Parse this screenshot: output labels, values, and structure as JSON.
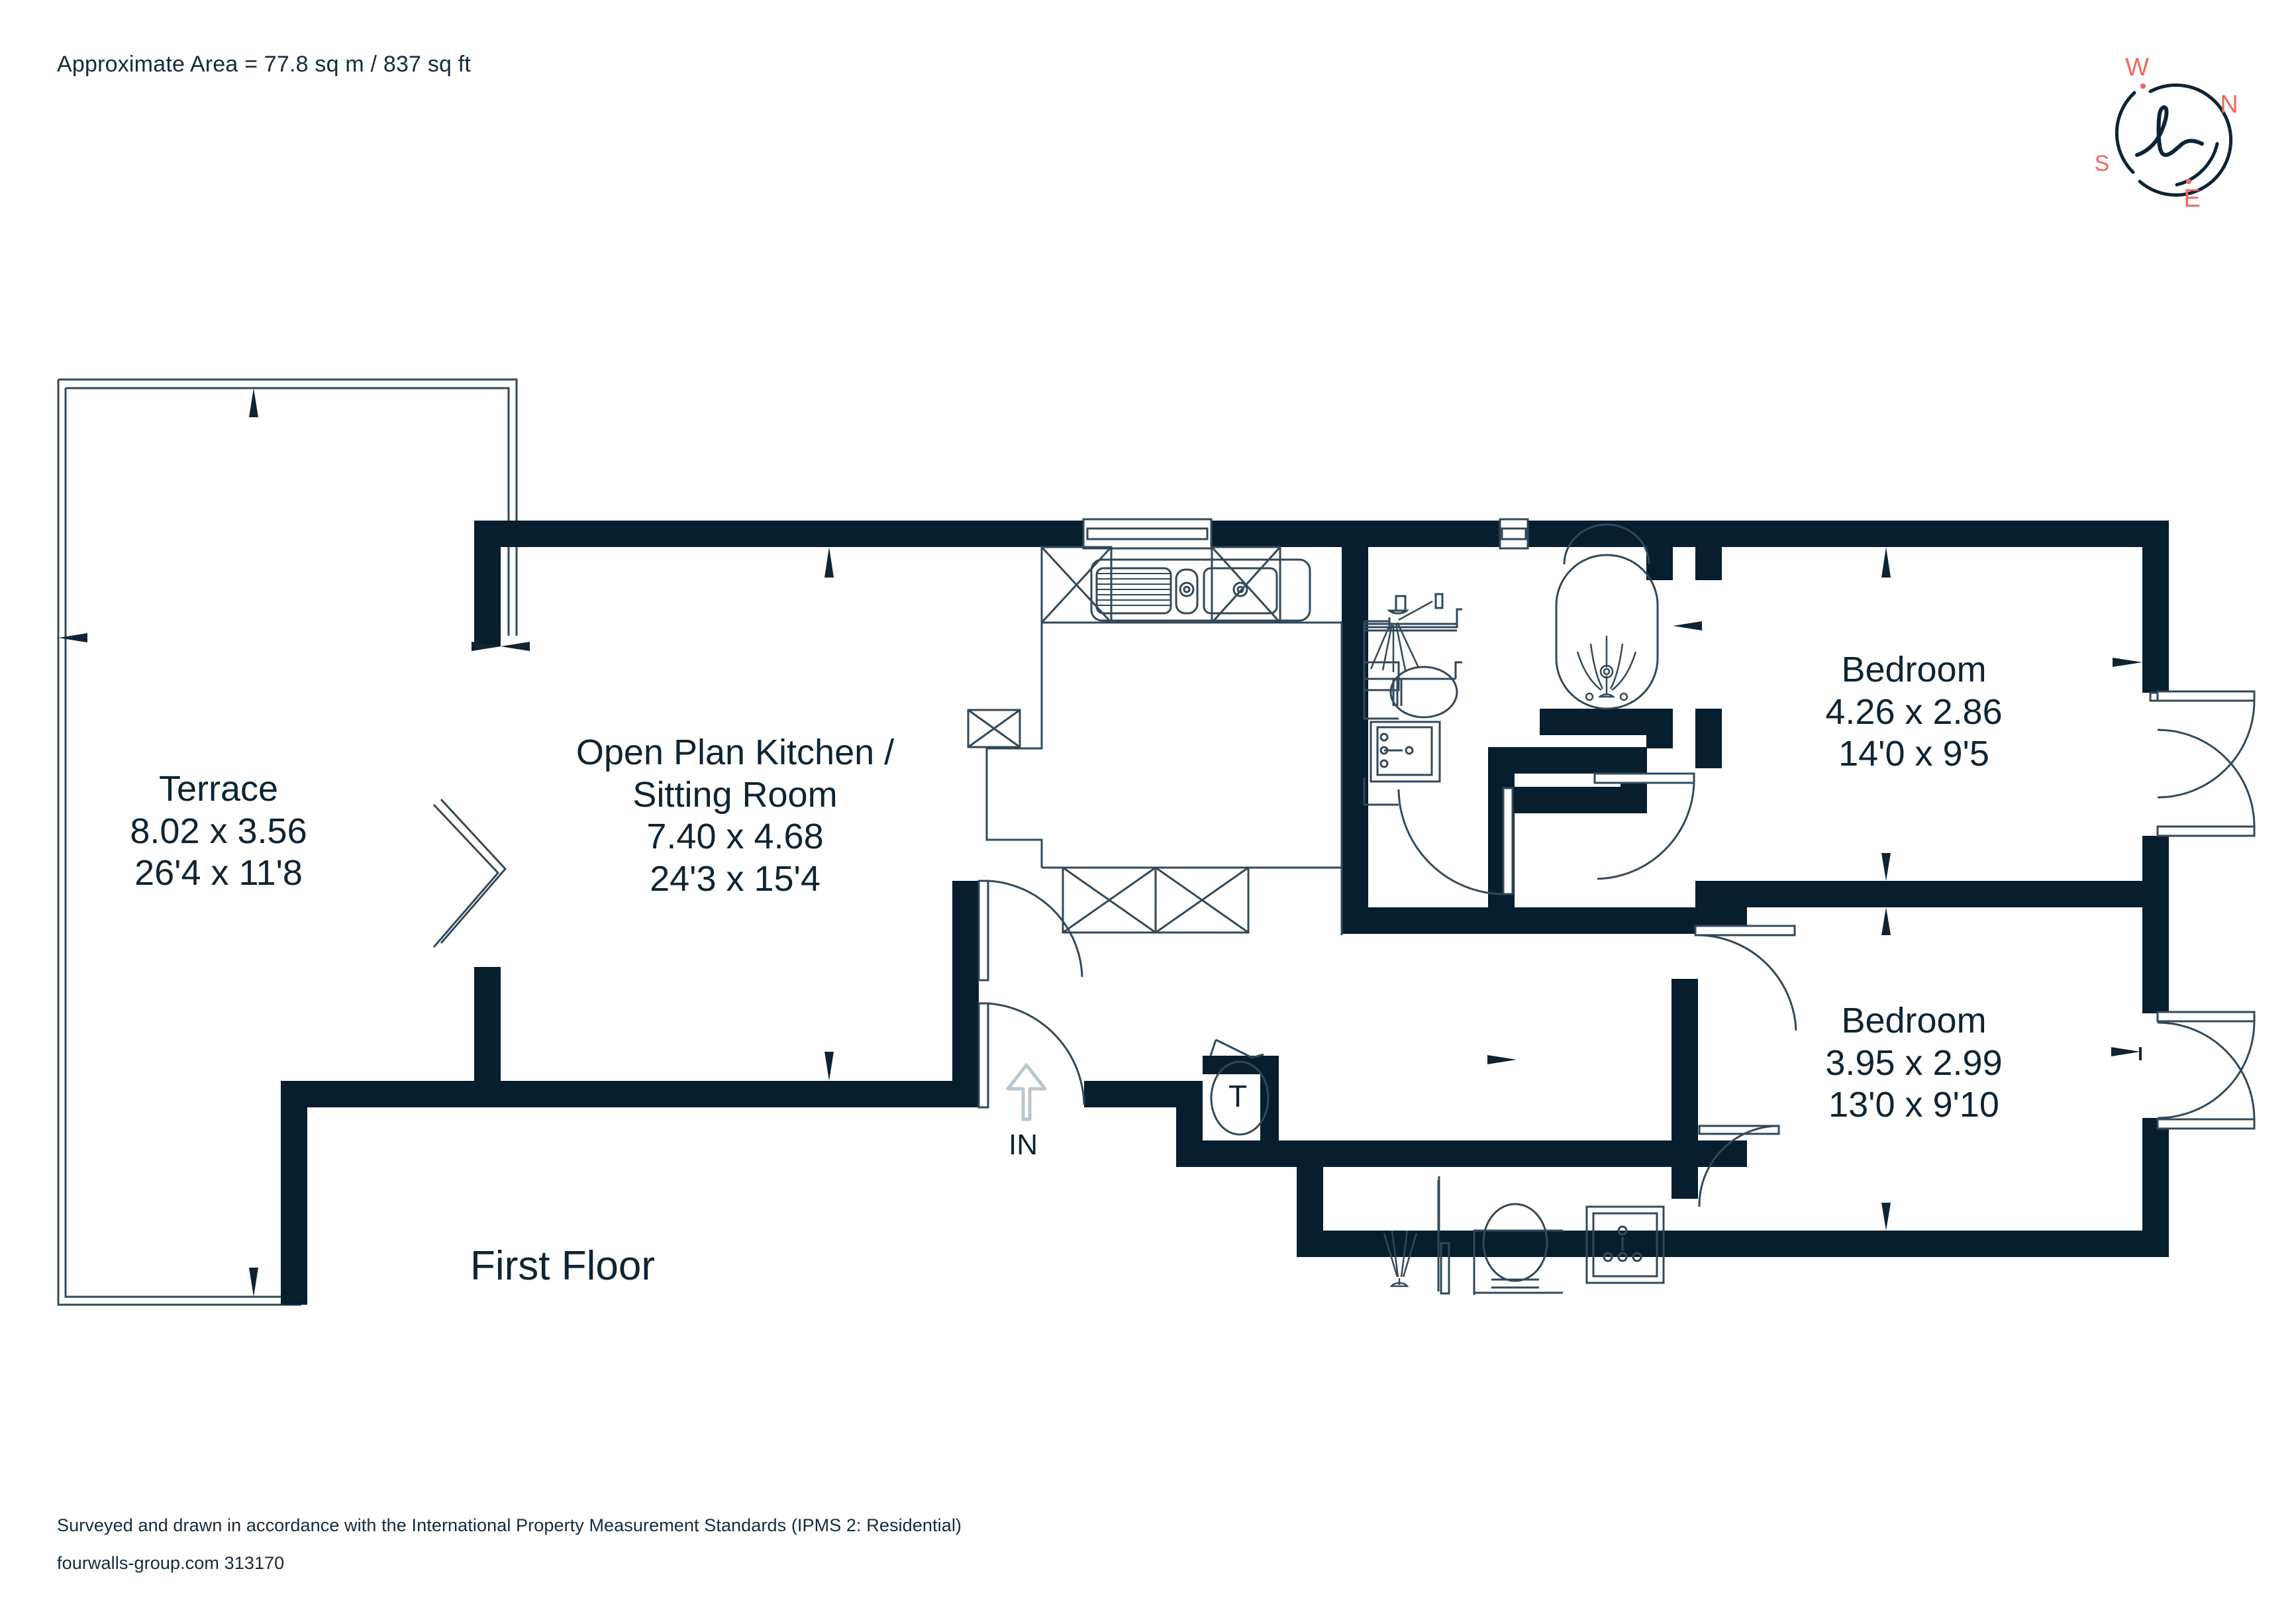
{
  "header": {
    "area_text": "Approximate Area = 77.8 sq m / 837 sq ft"
  },
  "compass": {
    "north_label": "N",
    "east_label": "E",
    "south_label": "S",
    "west_label": "W",
    "logo_glyph": "h",
    "label_color": "#ee6a5f",
    "ring_color": "#0e2434"
  },
  "floor": {
    "title": "First Floor",
    "entrance_label": "IN",
    "tank_label": "T"
  },
  "rooms": [
    {
      "name": "Terrace",
      "dim_metric": "8.02 x 3.56",
      "dim_imperial": "26'4 x 11'8"
    },
    {
      "name": "Open Plan Kitchen /",
      "name2": "Sitting Room",
      "dim_metric": "7.40 x 4.68",
      "dim_imperial": "24'3 x 15'4"
    },
    {
      "name": "Bedroom",
      "dim_metric": "4.26 x 2.86",
      "dim_imperial": "14'0 x 9'5"
    },
    {
      "name": "Bedroom",
      "dim_metric": "3.95 x 2.99",
      "dim_imperial": "13'0 x 9'10"
    }
  ],
  "footer": {
    "standards": "Surveyed and drawn in accordance with the International Property Measurement Standards (IPMS 2: Residential)",
    "site_and_ref": "fourwalls-group.com 313170"
  },
  "colors": {
    "wall": "#061e2e",
    "line": "#32495a",
    "text": "#0e2434",
    "accent": "#ee6a5f",
    "background": "#ffffff"
  }
}
